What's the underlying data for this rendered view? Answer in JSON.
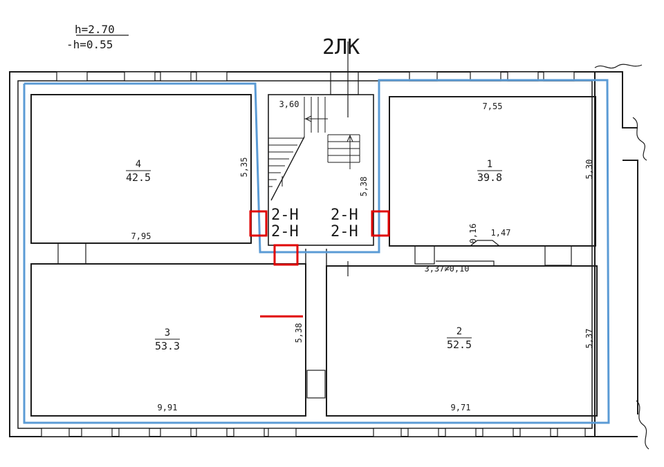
{
  "header": {
    "h_top": "h=2.70",
    "h_bottom": "-h=0.55",
    "floor_code": "2ЛК"
  },
  "rooms": [
    {
      "id": "4",
      "number": "4",
      "area": "42.5"
    },
    {
      "id": "1",
      "number": "1",
      "area": "39.8"
    },
    {
      "id": "3",
      "number": "3",
      "area": "53.3"
    },
    {
      "id": "2",
      "number": "2",
      "area": "52.5"
    }
  ],
  "dimensions": {
    "room4_side": "5,35",
    "room4_bottom": "7,95",
    "stair_width": "3,60",
    "stair_side": "5,38",
    "room1_top": "7,55",
    "room1_side": "5,30",
    "niche_depth": "0,16",
    "niche_width": "1,47",
    "wall_note": "3,37≠0,10",
    "room3_side": "5,38",
    "room3_bottom": "9,91",
    "room2_side": "5,37",
    "room2_bottom": "9,71"
  },
  "door_labels": [
    "2-Н",
    "2-Н",
    "2-Н",
    "2-Н"
  ],
  "colors": {
    "outline_blue": "#5b9bd5",
    "door_red": "#e00000",
    "line": "#1a1a1a"
  }
}
